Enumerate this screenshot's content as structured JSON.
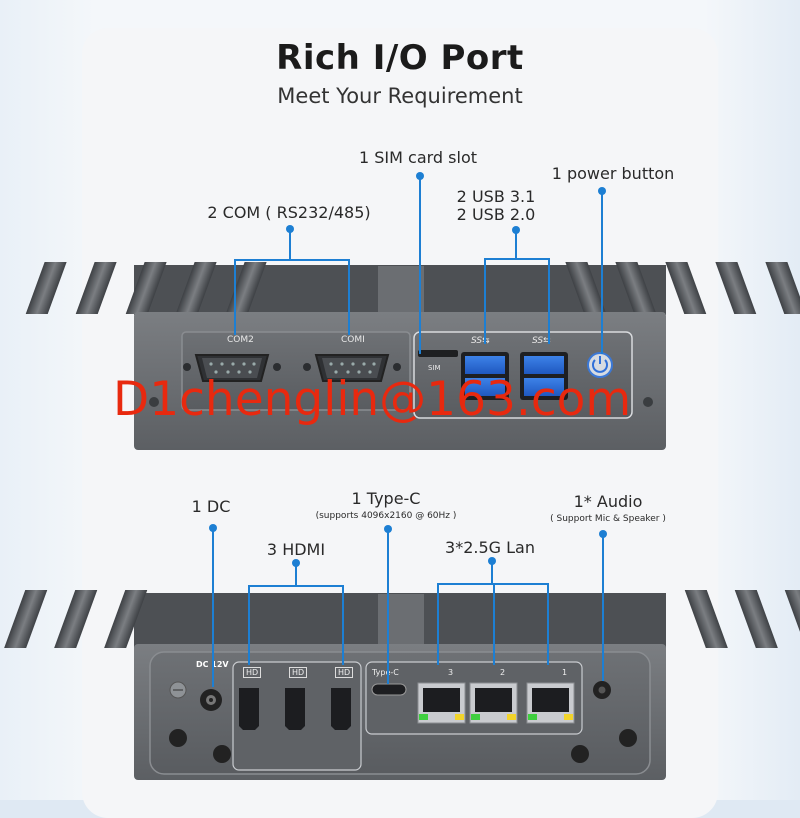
{
  "header": {
    "title": "Rich I/O Port",
    "subtitle": "Meet Your Requirement"
  },
  "top_panel": {
    "labels": {
      "sim": "1 SIM card slot",
      "power": "1 power button",
      "usb_line1": "2 USB 3.1",
      "usb_line2": "2 USB 2.0",
      "com": "2 COM ( RS232/485)"
    },
    "port_marks": {
      "com2": "COM2",
      "com1": "COMI",
      "usb_a": "SS⇆",
      "usb_b": "SS⇆",
      "sim_icon": "SIM"
    }
  },
  "bottom_panel": {
    "labels": {
      "dc": "1 DC",
      "typec": "1 Type-C",
      "typec_note": "(supports 4096x2160 @ 60Hz )",
      "audio": "1* Audio",
      "audio_note": "( Support Mic & Speaker )",
      "hdmi": "3 HDMI",
      "lan": "3*2.5G Lan"
    },
    "port_marks": {
      "dc": "DC 12V",
      "hdmi_a": "HD",
      "hdmi_b": "HD",
      "hdmi_c": "HD",
      "typec": "Type-C",
      "lan_3": "3",
      "lan_2": "2",
      "lan_1": "1"
    }
  },
  "watermark": "D1chenglin@163.com",
  "colors": {
    "accent_line": "#1d7fd3",
    "watermark": "#e8290f",
    "chassis": "#6d7074",
    "usb_blue": "#2f6fd8"
  }
}
